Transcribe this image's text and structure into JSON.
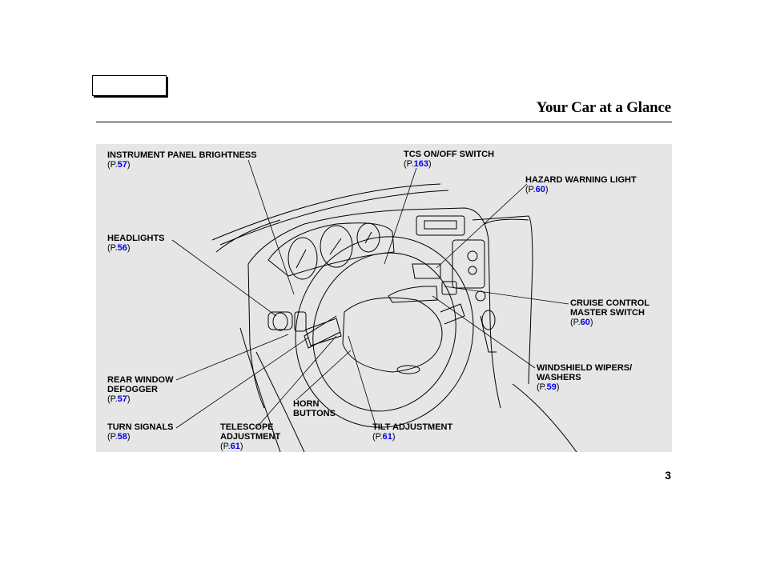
{
  "header": {
    "title": "Your Car at a Glance"
  },
  "footer": {
    "page_number": "3"
  },
  "callouts": {
    "instrument_panel_brightness": {
      "label": "INSTRUMENT PANEL BRIGHTNESS",
      "page": "57"
    },
    "tcs_switch": {
      "label": "TCS ON/OFF SWITCH",
      "page": "163"
    },
    "hazard_light": {
      "label": "HAZARD WARNING LIGHT",
      "page": "60"
    },
    "headlights": {
      "label": "HEADLIGHTS",
      "page": "56"
    },
    "cruise_control": {
      "line1": "CRUISE CONTROL",
      "line2": "MASTER SWITCH",
      "page": "60"
    },
    "rear_defogger": {
      "line1": "REAR WINDOW",
      "line2": "DEFOGGER",
      "page": "57"
    },
    "wipers": {
      "line1": "WINDSHIELD WIPERS/",
      "line2": "WASHERS",
      "page": "59"
    },
    "horn": {
      "line1": "HORN",
      "line2": "BUTTONS"
    },
    "turn_signals": {
      "label": "TURN SIGNALS",
      "page": "58"
    },
    "telescope": {
      "line1": "TELESCOPE",
      "line2": "ADJUSTMENT",
      "page": "61"
    },
    "tilt": {
      "label": "TILT ADJUSTMENT",
      "page": "61"
    }
  },
  "ref_prefix": "(P.",
  "ref_suffix": ")",
  "colors": {
    "link": "#0000ee",
    "panel": "#e6e6e6"
  }
}
